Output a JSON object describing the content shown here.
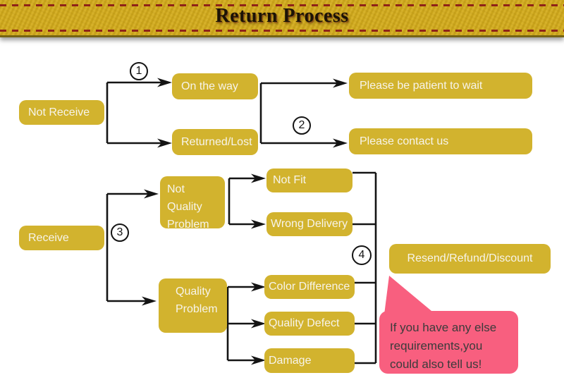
{
  "header": {
    "title": "Return Process"
  },
  "flow": {
    "nodes": {
      "not_receive": "Not Receive",
      "on_the_way": "On the way",
      "returned_lost": "Returned/Lost",
      "wait": "Please be patient to wait",
      "contact": "Please contact us",
      "receive": "Receive",
      "not_quality": "Not Quality Problem",
      "quality": "Quality Problem",
      "not_fit": "Not Fit",
      "wrong_delivery": "Wrong Delivery",
      "color_difference": "Color Difference",
      "quality_defect": "Quality Defect",
      "damage": "Damage",
      "resolution": "Resend/Refund/Discount"
    },
    "steps": {
      "s1": "1",
      "s2": "2",
      "s3": "3",
      "s4": "4"
    },
    "note": {
      "line1": "If you have any else",
      "line2": "requirements,you",
      "line3": "could also tell us!"
    }
  },
  "colors": {
    "node_gold": "#D2B32E",
    "header_gold": "#D4AC1C",
    "header_dash_red": "#8F2318",
    "connector_black": "#141414",
    "note_pink": "#F85F7F",
    "node_text": "#F7F4EA"
  }
}
